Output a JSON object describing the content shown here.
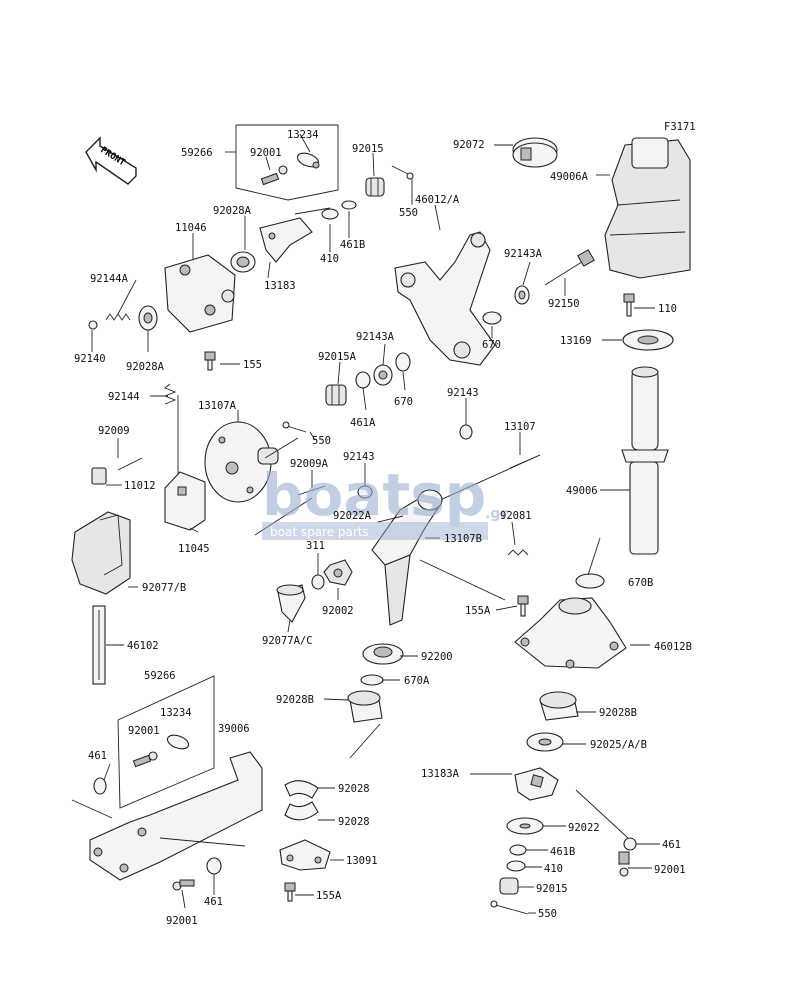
{
  "figure_code": "F3171",
  "front_label": "FRONT",
  "watermark": {
    "main_text": "boatsp",
    "suffix": ".gr",
    "tagline": "boat spare parts",
    "color": "#9aaed0"
  },
  "labels": {
    "p59266_top": "59266",
    "p92001_top": "92001",
    "p13234_top": "13234",
    "p92015_top": "92015",
    "p92072": "92072",
    "p49006A": "49006A",
    "p92028A_top": "92028A",
    "p11046": "11046",
    "p410_top": "410",
    "p461B_top": "461B",
    "p550_top": "550",
    "p46012A": "46012/A",
    "p13183": "13183",
    "p92143A_top": "92143A",
    "p92150": "92150",
    "p92144A": "92144A",
    "p110": "110",
    "p13169": "13169",
    "p670_top": "670",
    "p92140": "92140",
    "p92028A_left": "92028A",
    "p155_left": "155",
    "p92143A_mid": "92143A",
    "p92015A": "92015A",
    "p670_mid": "670",
    "p461A": "461A",
    "p92144": "92144",
    "p13107A": "13107A",
    "p550_mid": "550",
    "p92143_upper": "92143",
    "p13107": "13107",
    "p92009": "92009",
    "p92009A": "92009A",
    "p92143_mid": "92143",
    "p11012": "11012",
    "p49006": "49006",
    "p92022A": "92022A",
    "p92081": "92081",
    "p13107B": "13107B",
    "p11045": "11045",
    "p311": "311",
    "p670B": "670B",
    "p92077B": "92077/B",
    "p92002": "92002",
    "p155A_right": "155A",
    "p46012B": "46012B",
    "p92077AC": "92077A/C",
    "p46102": "46102",
    "p92200": "92200",
    "p670A": "670A",
    "p59266_low": "59266",
    "p92028B_left": "92028B",
    "p92028B_right": "92028B",
    "p13234_low": "13234",
    "p92001_low": "92001",
    "p39006": "39006",
    "p92025ABC": "92025/A/B",
    "p461_left": "461",
    "p13183A": "13183A",
    "p92028_a": "92028",
    "p92028_b": "92028",
    "p92022": "92022",
    "p461_right": "461",
    "p461B_low": "461B",
    "p13091": "13091",
    "p92001_right": "92001",
    "p410_low": "410",
    "p155A_low": "155A",
    "p92015_low": "92015",
    "p461_bottom": "461",
    "p550_low": "550",
    "p92001_bottom": "92001"
  }
}
